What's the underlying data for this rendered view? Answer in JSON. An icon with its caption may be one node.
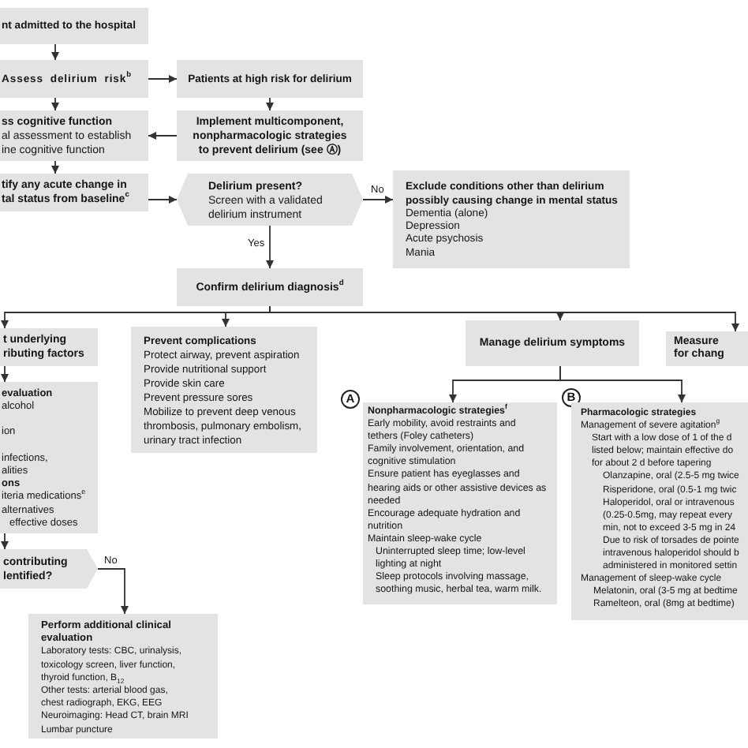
{
  "diagram": {
    "nodes": [
      {
        "text": [
          "nt admitted to the hospital"
        ]
      },
      {
        "text": [
          "Assess delirium risk$^{b}$"
        ]
      },
      {
        "text": [
          "Patients at high risk for delirium"
        ]
      },
      {
        "text": [
          "ss cognitive function",
          "al assessment to establish",
          "ine cognitive function"
        ]
      },
      {
        "text": [
          "Implement multicomponent, nonpharmacologic strategies to prevent delirium (see Ⓐ)"
        ]
      },
      {
        "text": [
          "tify any acute change in",
          "tal status from baseline$^{c}$"
        ]
      },
      {
        "text": [
          "Delirium present?",
          "Screen with a validated delirium instrument"
        ]
      },
      {
        "text": [
          "Exclude conditions other than delirium possibly causing change in mental status",
          "Dementia (alone)",
          "Depression",
          "Acute psychosis",
          "Mania"
        ]
      },
      {
        "text": [
          "Confirm delirium diagnosis$^{d}$"
        ]
      },
      {
        "text": [
          "t underlying",
          "ributing factors"
        ]
      },
      {
        "text": [
          "Prevent complications",
          "Protect airway, prevent aspiration",
          "Provide nutritional support",
          "Provide skin care",
          "Prevent pressure sores",
          "Mobilize to prevent deep venous thrombosis, pulmonary embolism, urinary tract infection"
        ]
      },
      {
        "text": [
          "Manage delirium symptoms"
        ]
      },
      {
        "text": [
          "Measure",
          "for chang"
        ]
      },
      {
        "text": [
          "evaluation",
          "alcohol",
          "ion",
          "infections,",
          "alities",
          "ons",
          "iteria medications$^{e}$",
          "alternatives",
          "effective doses"
        ]
      },
      {
        "text": [
          "A"
        ]
      },
      {
        "text": [
          "Nonpharmacologic strategies$^{f}$",
          "Early mobility, avoid restraints and tethers (Foley catheters)",
          "Family involvement, orientation, and cognitive stimulation",
          "Ensure patient has eyeglasses and hearing aids or other assistive devices as needed",
          "Encourage adequate hydration and nutrition",
          "Maintain sleep-wake cycle",
          "Uninterrupted sleep time; low-level lighting at night",
          "Sleep protocols involving massage, soothing music, herbal tea, warm milk."
        ]
      },
      {
        "text": [
          "B"
        ]
      },
      {
        "text": [
          "Pharmacologic strategies",
          "Management of severe agitation$^{g}$",
          "Start with a low dose of 1 of the d",
          "listed below; maintain effective do",
          "for about 2 d before tapering",
          "Olanzapine, oral (2.5-5 mg twice",
          "Risperidone, oral (0.5-1 mg twic",
          "Haloperidol, oral or intravenous",
          "(0.25-0.5mg, may repeat every",
          "min, not to exceed 3-5 mg in 24",
          "Due to risk of torsades de pointe",
          "intravenous haloperidol should b",
          "administered in monitored settin",
          "Management of sleep-wake cycle",
          "Melatonin, oral (3-5 mg at bedtime",
          "Ramelteon, oral (8mg at bedtime)"
        ]
      },
      {
        "text": [
          "contributing",
          "lentified?"
        ]
      },
      {
        "text": [
          "Perform additional clinical evaluation",
          "Laboratory tests: CBC, urinalysis, toxicology screen, liver function, thyroid function, B$_{12}$",
          "Other tests: arterial blood gas, chest radiograph, EKG, EEG",
          "Neuroimaging: Head CT, brain MRI",
          "Lumbar puncture"
        ]
      }
    ],
    "edges": [
      {
        "from": 0,
        "to": 1,
        "arrow": "to"
      },
      {
        "from": 1,
        "to": 2,
        "arrow": "to"
      },
      {
        "from": 1,
        "to": 3,
        "arrow": "to"
      },
      {
        "from": 2,
        "to": 4,
        "arrow": "to"
      },
      {
        "from": 4,
        "to": 3,
        "arrow": "to"
      },
      {
        "from": 3,
        "to": 5,
        "arrow": "to"
      },
      {
        "from": 5,
        "to": 6,
        "arrow": "to"
      },
      {
        "from": 6,
        "to": 7,
        "arrow": "to",
        "label": "No"
      },
      {
        "from": 6,
        "to": 8,
        "arrow": "to",
        "label": "Yes"
      },
      {
        "from": 8,
        "to": 9,
        "arrow": "to"
      },
      {
        "from": 8,
        "to": 10,
        "arrow": "to"
      },
      {
        "from": 8,
        "to": 11,
        "arrow": "to"
      },
      {
        "from": 8,
        "to": 12,
        "arrow": "to"
      },
      {
        "from": 9,
        "to": 13,
        "arrow": "to"
      },
      {
        "from": 13,
        "to": 18,
        "arrow": "to"
      },
      {
        "from": 18,
        "to": 19,
        "arrow": "to",
        "label": "No"
      },
      {
        "from": 11,
        "to": 15,
        "arrow": "to"
      },
      {
        "from": 11,
        "to": 17,
        "arrow": "to"
      }
    ]
  }
}
